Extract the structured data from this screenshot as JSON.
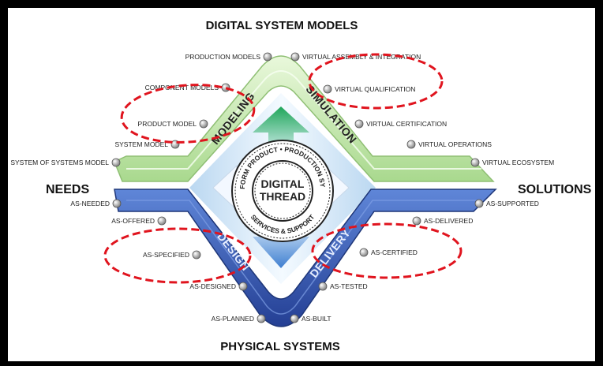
{
  "headers": {
    "top": "DIGITAL SYSTEM MODELS",
    "bottom": "PHYSICAL SYSTEMS",
    "left": "NEEDS",
    "right": "SOLUTIONS"
  },
  "center": {
    "line1": "DIGITAL",
    "line2": "THREAD",
    "ring": [
      "PLATFORM",
      "PRODUCT",
      "PRODUCTION SYSTEM",
      "SERVICES & SUPPORT"
    ]
  },
  "arms": {
    "modeling": "MODELING",
    "simulation": "SIMULATION",
    "design": "DESIGN",
    "delivery": "DELIVERY"
  },
  "upper_left_labels": [
    "PRODUCTION MODELS",
    "COMPONENT MODELS",
    "PRODUCT MODEL",
    "SYSTEM MODEL",
    "SYSTEM OF SYSTEMS MODEL"
  ],
  "upper_right_labels": [
    "VIRTUAL ASSEMBLY & INTEGRATION",
    "VIRTUAL QUALIFICATION",
    "VIRTUAL CERTIFICATION",
    "VIRTUAL OPERATIONS",
    "VIRTUAL ECOSYSTEM"
  ],
  "lower_left_labels": [
    "AS-NEEDED",
    "AS-OFFERED",
    "AS-SPECIFIED",
    "AS-DESIGNED",
    "AS-PLANNED"
  ],
  "lower_right_labels": [
    "AS-SUPPORTED",
    "AS-DELIVERED",
    "AS-CERTIFIED",
    "AS-TESTED",
    "AS-BUILT"
  ],
  "colors": {
    "green_band": "#c9ecb0",
    "blue_band": "#3d66c4",
    "highlight_ellipse": "#e0141e"
  }
}
